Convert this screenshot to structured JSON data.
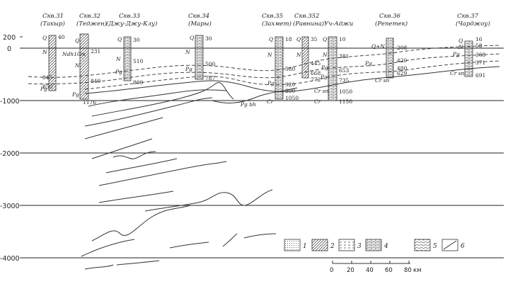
{
  "axis": {
    "labels": [
      "200",
      "0",
      "-1000",
      "-2000",
      "-3000",
      "-4000"
    ],
    "values": [
      200,
      0,
      -1000,
      -2000,
      -3000,
      -4000
    ]
  },
  "wells": [
    {
      "name": "Скв.31",
      "location": "(Такыр)",
      "marks": [
        {
          "depth": 40,
          "label": "40"
        },
        {
          "depth": 845,
          "label": "845"
        },
        {
          "depth": 850,
          "label": "850"
        }
      ],
      "strata": [
        "Q",
        "Ndh10m",
        "N",
        "Pg"
      ]
    },
    {
      "name": "Скв.32",
      "location": "(Теджен)",
      "marks": [
        {
          "depth": 231,
          "label": "231"
        },
        {
          "depth": 840,
          "label": "840"
        },
        {
          "depth": 1176,
          "label": "1176"
        }
      ],
      "strata": [
        "Q",
        "N",
        "Pg"
      ]
    },
    {
      "name": "Скв.33",
      "location": "(Джу-Джу-Клу)",
      "marks": [
        {
          "depth": 30,
          "label": "30"
        },
        {
          "depth": 510,
          "label": "510"
        },
        {
          "depth": 800,
          "label": "800"
        }
      ],
      "strata": [
        "Q",
        "N",
        "Pg"
      ]
    },
    {
      "name": "Скв.34",
      "location": "(Мары)",
      "marks": [
        {
          "depth": 30,
          "label": "30"
        },
        {
          "depth": 500,
          "label": "500"
        },
        {
          "depth": 787,
          "label": "787"
        }
      ],
      "strata": [
        "Q",
        "N",
        "Pg"
      ]
    },
    {
      "name": "Скв.35",
      "location": "(Захмет)",
      "marks": [
        {
          "depth": 18,
          "label": "18"
        },
        {
          "depth": 580,
          "label": "580"
        },
        {
          "depth": 920,
          "label": "920"
        },
        {
          "depth": 990,
          "label": "990"
        },
        {
          "depth": 1050,
          "label": "1050"
        }
      ],
      "strata": [
        "Q",
        "N",
        "Pg",
        "Pg bh",
        "Cr"
      ]
    },
    {
      "name": "Скв.352",
      "location": "(Равнина)",
      "marks": [
        {
          "depth": 35,
          "label": "35"
        },
        {
          "depth": 445,
          "label": "445"
        },
        {
          "depth": 668,
          "label": "668"
        },
        {
          "depth": 772,
          "label": "772"
        }
      ],
      "strata": [
        "Q",
        "N",
        "Pg"
      ]
    },
    {
      "name": "Уч-Аджи",
      "location": "",
      "marks": [
        {
          "depth": 10,
          "label": "10"
        },
        {
          "depth": 381,
          "label": "381"
        },
        {
          "depth": 653,
          "label": "653"
        },
        {
          "depth": 735,
          "label": "735"
        },
        {
          "depth": 1050,
          "label": "1050"
        },
        {
          "depth": 1150,
          "label": "1150"
        }
      ],
      "strata": [
        "Q",
        "N",
        "Pg",
        "Cr sn",
        "Cr"
      ]
    },
    {
      "name": "Скв.36",
      "location": "(Репетек)",
      "marks": [
        {
          "depth": 208,
          "label": "208"
        },
        {
          "depth": 420,
          "label": "420"
        },
        {
          "depth": 480,
          "label": "480"
        },
        {
          "depth": 629,
          "label": "629"
        }
      ],
      "strata": [
        "Q+N",
        "Pg",
        "Cr sn"
      ]
    },
    {
      "name": "Скв.37",
      "location": "(Чарджоу)",
      "marks": [
        {
          "depth": 16,
          "label": "16"
        },
        {
          "depth": 58,
          "label": "58"
        },
        {
          "depth": 308,
          "label": "308"
        },
        {
          "depth": 371,
          "label": "371"
        },
        {
          "depth": 691,
          "label": "691"
        }
      ],
      "strata": [
        "Q",
        "N",
        "Pg",
        "Cr sn"
      ]
    }
  ],
  "legend": {
    "items": [
      {
        "number": "1",
        "pattern": "dots"
      },
      {
        "number": "2",
        "pattern": "hatch"
      },
      {
        "number": "3",
        "pattern": "dashes"
      },
      {
        "number": "4",
        "pattern": "bricks"
      },
      {
        "number": "5",
        "pattern": "waves"
      },
      {
        "number": "6",
        "pattern": "diagonal"
      }
    ]
  },
  "scale": {
    "ticks": [
      "0",
      "20",
      "40",
      "60",
      "80"
    ],
    "unit": "км"
  },
  "colors": {
    "ink": "#222222",
    "paper": "#ffffff"
  }
}
